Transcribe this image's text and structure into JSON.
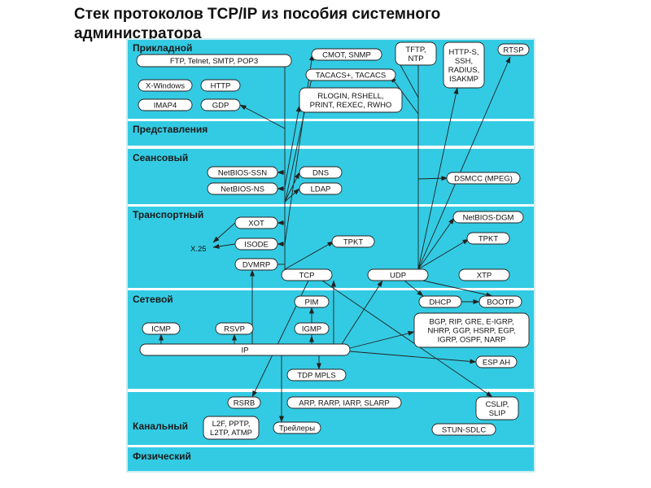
{
  "title": {
    "line1": "Стек протоколов TCP/IP  из пособия системного",
    "line2": "администратора"
  },
  "colors": {
    "band": "#33cbe3",
    "separator": "#ffffff",
    "box_fill": "#ffffff",
    "box_stroke": "#222222",
    "arrow": "#222222"
  },
  "layers": {
    "application": "Прикладной",
    "presentation": "Представления",
    "session": "Сеансовый",
    "transport": "Транспортный",
    "network": "Сетевой",
    "datalink": "Канальный",
    "physical": "Физический"
  },
  "boxes": {
    "ftp": [
      "FTP, Telnet, SMTP, POP3"
    ],
    "xwin": [
      "X-Windows"
    ],
    "http": [
      "HTTP"
    ],
    "imap": [
      "IMAP4"
    ],
    "gdp": [
      "GDP"
    ],
    "cmot": [
      "CMOT, SNMP"
    ],
    "tacacs": [
      "TACACS+, TACACS"
    ],
    "rlogin": [
      "RLOGIN, RSHELL,",
      "PRINT, REXEC, RWHO"
    ],
    "tftp": [
      "TFTP,",
      "NTP"
    ],
    "https": [
      "HTTP-S,",
      "SSH,",
      "RADIUS,",
      "ISAKMP"
    ],
    "rtsp": [
      "RTSP"
    ],
    "nbssn": [
      "NetBIOS-SSN"
    ],
    "nbns": [
      "NetBIOS-NS"
    ],
    "dns": [
      "DNS"
    ],
    "ldap": [
      "LDAP"
    ],
    "dsmcc": [
      "DSMCC (MPEG)"
    ],
    "xot": [
      "XOT"
    ],
    "isode": [
      "ISODE"
    ],
    "dvmrp": [
      "DVMRP"
    ],
    "tpkt1": [
      "TPKT"
    ],
    "nbdgm": [
      "NetBIOS-DGM"
    ],
    "tpkt2": [
      "TPKT"
    ],
    "tcp": [
      "TCP"
    ],
    "udp": [
      "UDP"
    ],
    "xtp": [
      "XTP"
    ],
    "pim": [
      "PIM"
    ],
    "dhcp": [
      "DHCP"
    ],
    "bootp": [
      "BOOTP"
    ],
    "icmp": [
      "ICMP"
    ],
    "rsvp": [
      "RSVP"
    ],
    "igmp": [
      "IGMP"
    ],
    "bgp": [
      "BGP, RIP, GRE, E-IGRP,",
      "NHRP, GGP, HSRP, EGP,",
      "IGRP, OSPF, NARP"
    ],
    "ip": [
      "IP"
    ],
    "espah": [
      "ESP AH"
    ],
    "tdpmpls": [
      "TDP MPLS"
    ],
    "rsrb": [
      "RSRB"
    ],
    "arp": [
      "ARP, RARP, IARP, SLARP"
    ],
    "cslip": [
      "CSLIP,",
      "SLIP"
    ],
    "l2f": [
      "L2F, PPTP,",
      "L2TP, ATMP"
    ],
    "trailers": [
      "Трейлеры"
    ],
    "stun": [
      "STUN-SDLC"
    ]
  },
  "free_text": {
    "x25": "X.25"
  }
}
